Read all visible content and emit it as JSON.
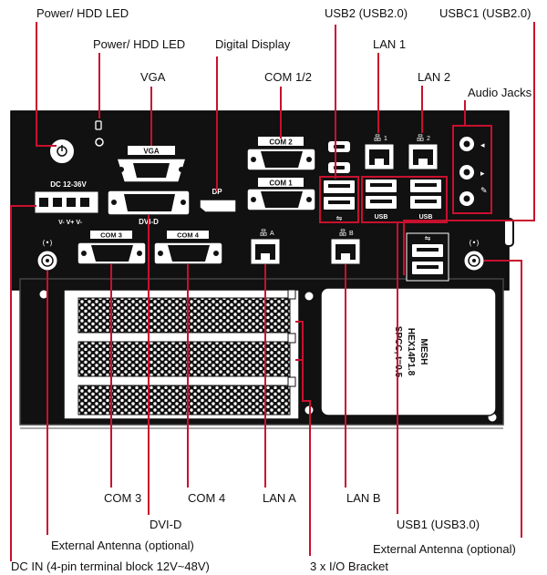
{
  "labels": {
    "power_hdd_led_1": "Power/ HDD LED",
    "power_hdd_led_2": "Power/ HDD LED",
    "digital_display": "Digital Display",
    "vga": "VGA",
    "com12": "COM 1/2",
    "usb2": "USB2 (USB2.0)",
    "usbc1": "USBC1 (USB2.0)",
    "lan1": "LAN 1",
    "lan2": "LAN 2",
    "audio_jacks": "Audio Jacks",
    "com3": "COM 3",
    "com4": "COM 4",
    "lana": "LAN A",
    "lanb": "LAN B",
    "dvid": "DVI-D",
    "usb1": "USB1 (USB3.0)",
    "ext_antenna_1": "External Antenna (optional)",
    "ext_antenna_2": "External Antenna (optional)",
    "dc_in": "DC IN (4-pin terminal block 12V~48V)",
    "io_bracket": "3 x I/O Bracket"
  },
  "device_text": {
    "vga": "VGA",
    "dvid": "DVI-D",
    "dp": "DP",
    "com1": "COM 1",
    "com2": "COM 2",
    "com3": "COM 3",
    "com4": "COM 4",
    "dc": "DC 12-36V",
    "pins": "V-  V+  V-",
    "usb_a": "USB",
    "usb_b": "USB",
    "lan1_tag": "1",
    "lan2_tag": "2",
    "lana_tag": "A",
    "lanb_tag": "B",
    "sticker_1": "MESH",
    "sticker_2": "HEX14P1.8",
    "sticker_3": "SPCC, t=0.5"
  },
  "colors": {
    "callout": "#c8102e",
    "panel": "#111111",
    "port": "#ffffff"
  }
}
